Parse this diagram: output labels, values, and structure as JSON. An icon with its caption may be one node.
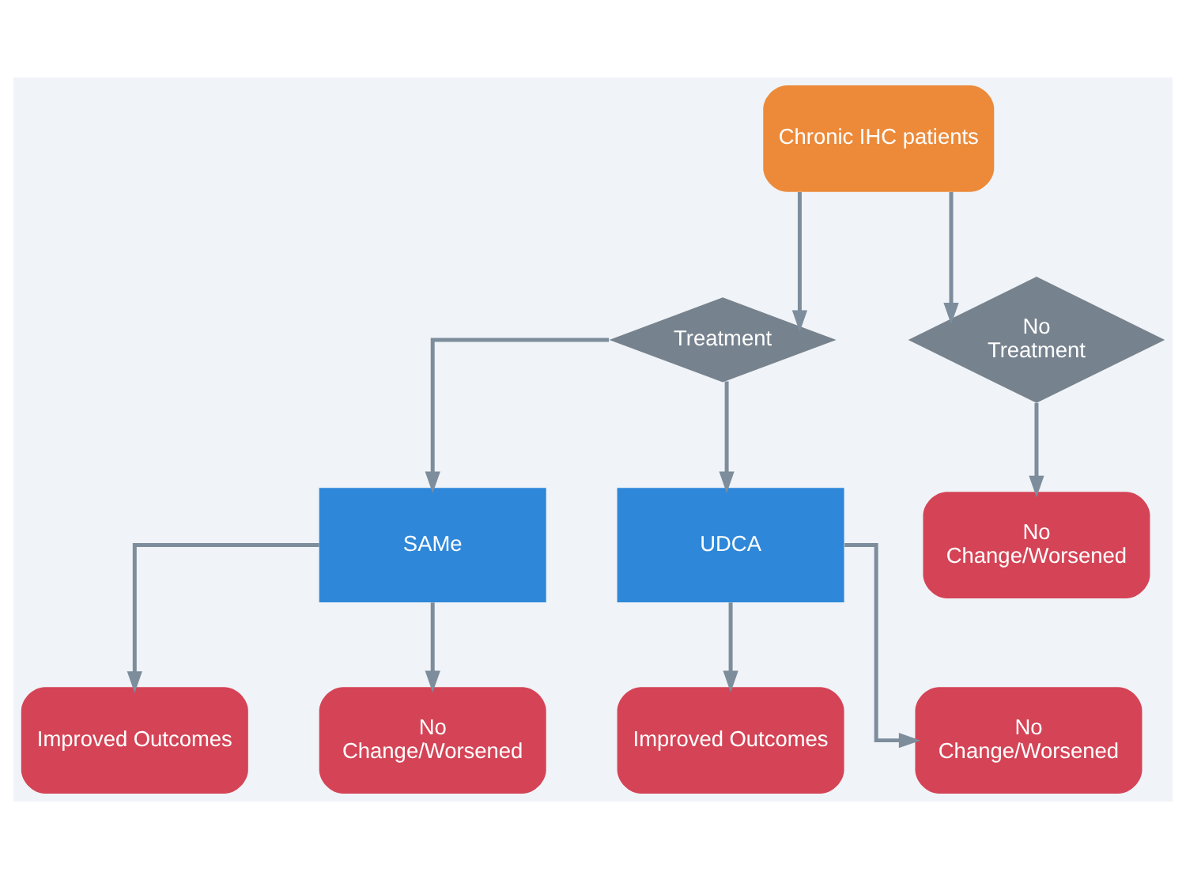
{
  "diagram": {
    "nodes": [
      {
        "text": [
          "Chronic IHC patients"
        ]
      },
      {
        "text": [
          "Treatment"
        ]
      },
      {
        "text": [
          "No Treatment"
        ]
      },
      {
        "text": [
          "SAMe"
        ]
      },
      {
        "text": [
          "UDCA"
        ]
      },
      {
        "text": [
          "No Change/Worsened"
        ]
      },
      {
        "text": [
          "Improved Outcomes"
        ]
      },
      {
        "text": [
          "No Change/Worsened"
        ]
      },
      {
        "text": [
          "Improved Outcomes"
        ]
      },
      {
        "text": [
          "No Change/Worsened"
        ]
      }
    ],
    "edges": [
      {
        "from": 0,
        "to": 1,
        "arrow": "to"
      },
      {
        "from": 0,
        "to": 2,
        "arrow": "to"
      },
      {
        "from": 1,
        "to": 3,
        "arrow": "to"
      },
      {
        "from": 1,
        "to": 4,
        "arrow": "to"
      },
      {
        "from": 2,
        "to": 5,
        "arrow": "to"
      },
      {
        "from": 3,
        "to": 6,
        "arrow": "to"
      },
      {
        "from": 3,
        "to": 7,
        "arrow": "to"
      },
      {
        "from": 4,
        "to": 8,
        "arrow": "to"
      },
      {
        "from": 4,
        "to": 9,
        "arrow": "to"
      }
    ]
  }
}
